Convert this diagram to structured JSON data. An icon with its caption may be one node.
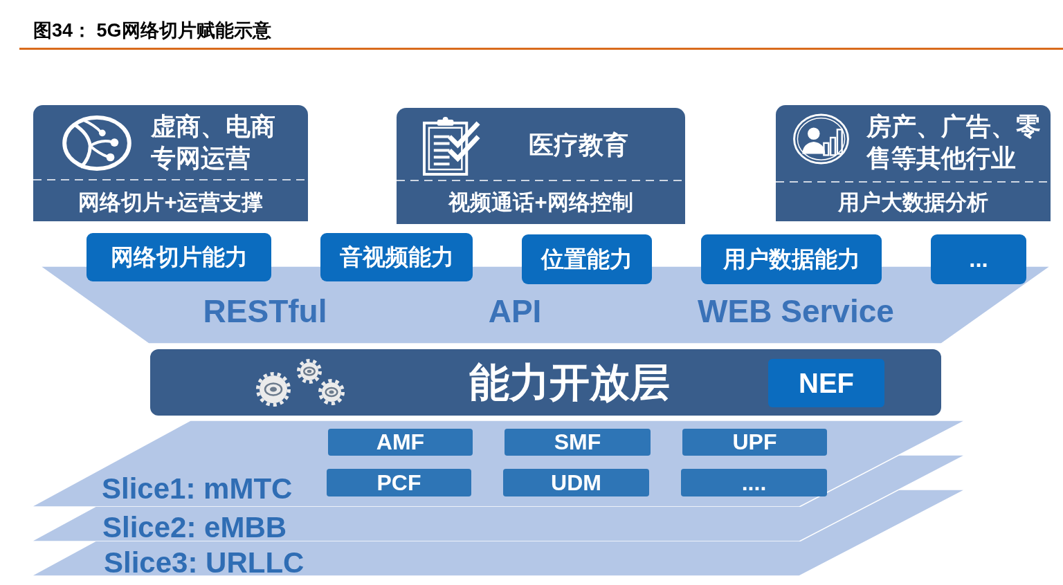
{
  "diagram": {
    "title": "图34： 5G网络切片赋能示意",
    "nodes": [
      {
        "text": [
          "虚商、电商专网运营",
          "网络切片+运营支撑"
        ]
      },
      {
        "text": [
          "医疗教育",
          "视频通话+网络控制"
        ]
      },
      {
        "text": [
          "房产、广告、零售等其他行业",
          "用户大数据分析"
        ]
      },
      {
        "text": [
          "网络切片能力"
        ]
      },
      {
        "text": [
          "音视频能力"
        ]
      },
      {
        "text": [
          "位置能力"
        ]
      },
      {
        "text": [
          "用户数据能力"
        ]
      },
      {
        "text": [
          "..."
        ]
      },
      {
        "text": [
          "RESTful",
          "API",
          "WEB Service"
        ]
      },
      {
        "text": [
          "能力开放层"
        ]
      },
      {
        "text": [
          "NEF"
        ],
        "in": 9
      },
      {
        "text": [
          "Slice1: mMTC"
        ]
      },
      {
        "text": [
          "AMF"
        ],
        "in": 11
      },
      {
        "text": [
          "SMF"
        ],
        "in": 11
      },
      {
        "text": [
          "UPF"
        ],
        "in": 11
      },
      {
        "text": [
          "PCF"
        ]
      },
      {
        "text": [
          "UDM"
        ]
      },
      {
        "text": [
          "...."
        ]
      },
      {
        "text": [
          "Slice2: eMBB"
        ]
      },
      {
        "text": [
          "Slice3: URLLC"
        ]
      }
    ]
  }
}
